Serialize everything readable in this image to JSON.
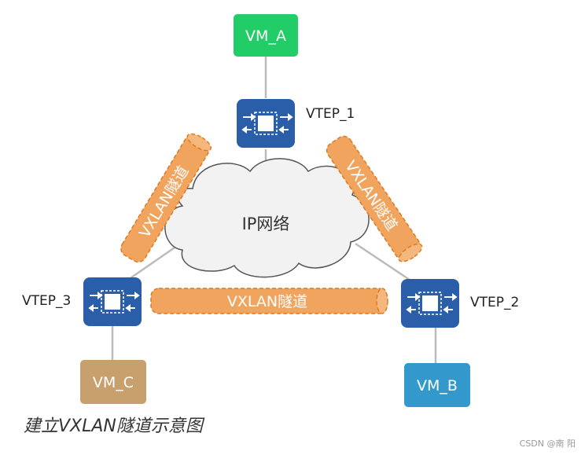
{
  "nodes": {
    "vm_a": {
      "label": "VM_A",
      "color": "#22cc66"
    },
    "vm_b": {
      "label": "VM_B",
      "color": "#3399cc"
    },
    "vm_c": {
      "label": "VM_C",
      "color": "#c8a06e"
    },
    "vtep_1": {
      "label": "VTEP_1"
    },
    "vtep_2": {
      "label": "VTEP_2"
    },
    "vtep_3": {
      "label": "VTEP_3"
    }
  },
  "network": {
    "label": "IP网络"
  },
  "tunnels": {
    "left": {
      "label": "VXLAN隧道"
    },
    "right": {
      "label": "VXLAN隧道"
    },
    "bottom": {
      "label": "VXLAN隧道"
    }
  },
  "colors": {
    "vtep_box": "#2a5ea8",
    "tunnel_fill": "#f0a45e",
    "tunnel_dash": "#e07a20",
    "link_line": "#bbbbbb",
    "cloud_fill": "#f2f2f2",
    "cloud_stroke": "#555555"
  },
  "caption": "建立VXLAN隧道示意图",
  "watermark": "CSDN @南 阳"
}
